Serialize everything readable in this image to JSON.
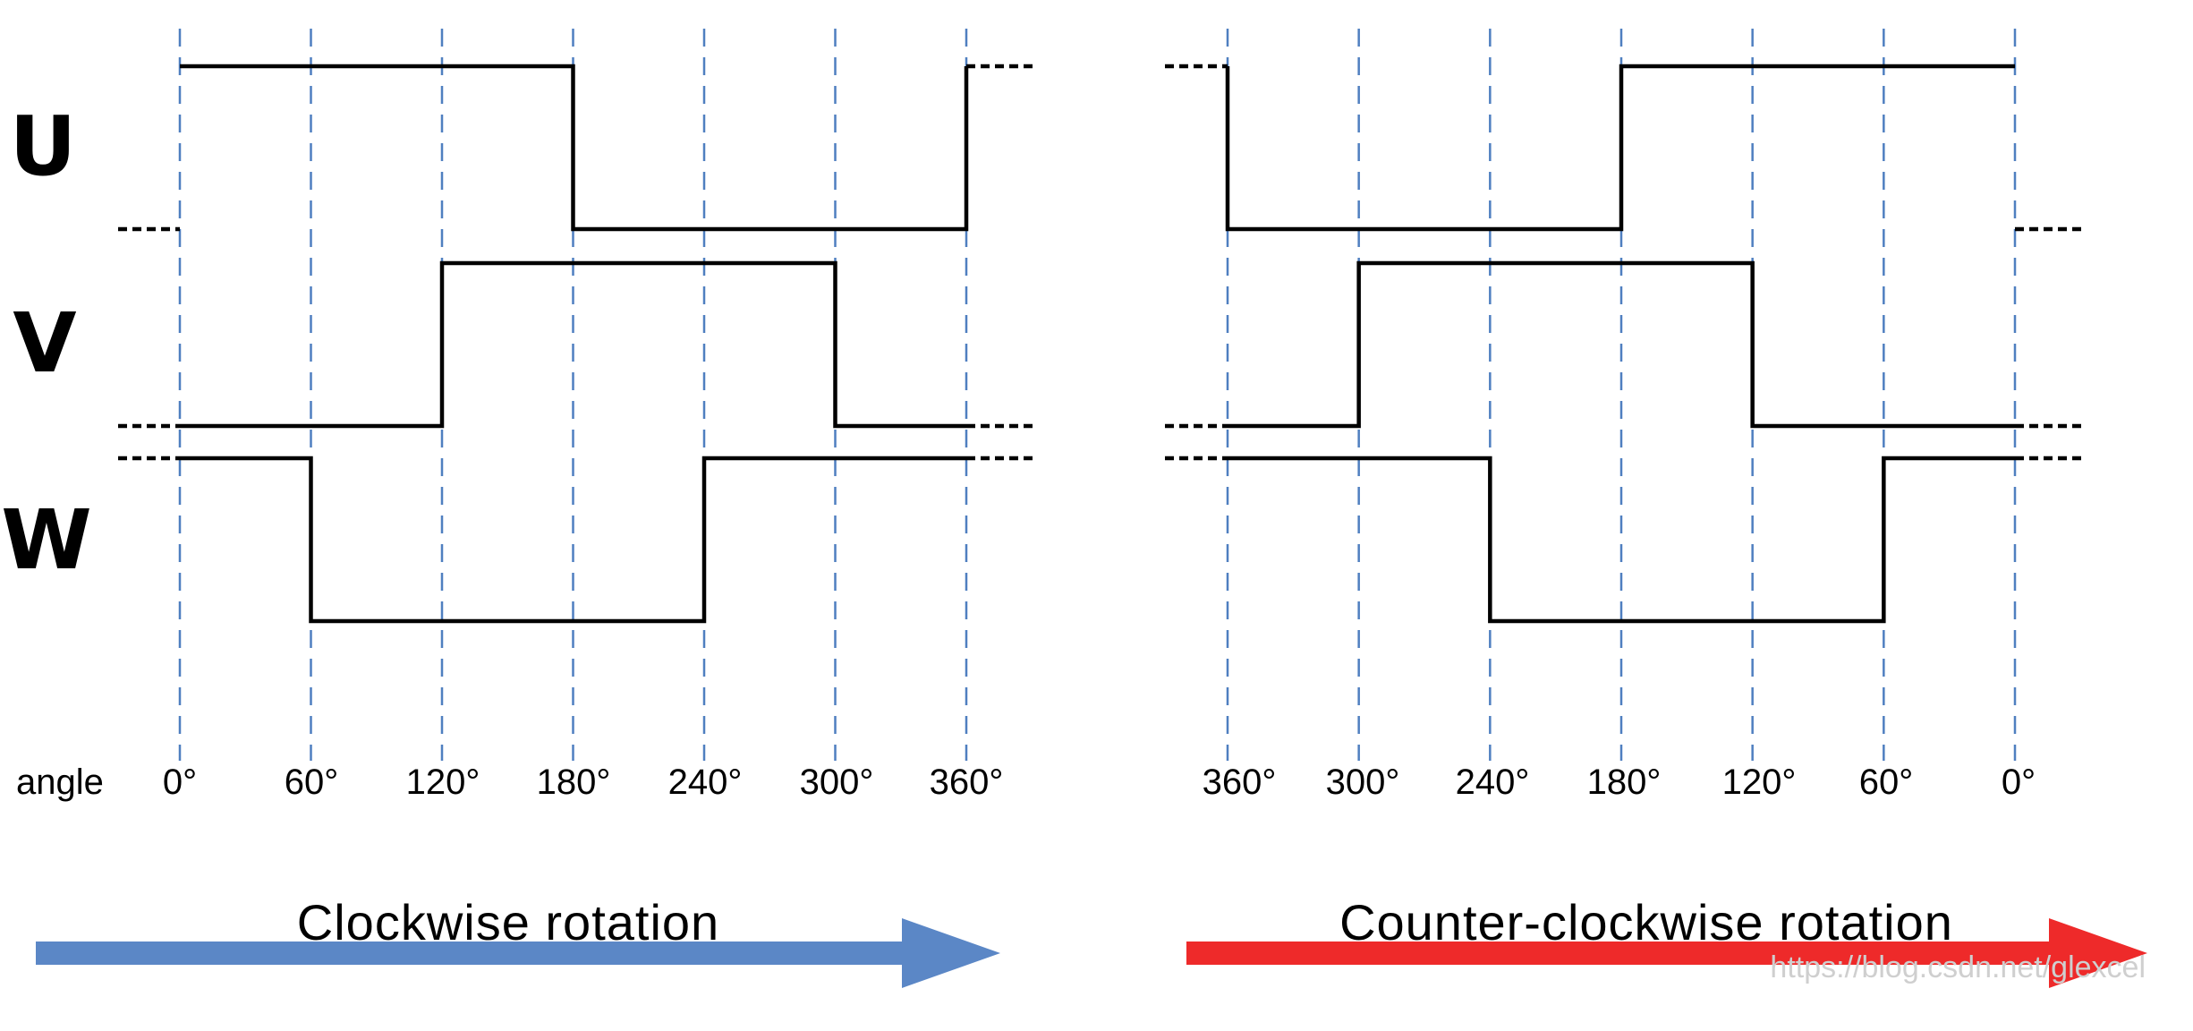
{
  "signal_labels": [
    "U",
    "V",
    "W"
  ],
  "axis_label": "angle",
  "panels": [
    {
      "direction": "clockwise",
      "tick_labels": [
        "0°",
        "60°",
        "120°",
        "180°",
        "240°",
        "300°",
        "360°"
      ],
      "caption": "Clockwise rotation",
      "arrow_color": "#5b87c6"
    },
    {
      "direction": "counter-clockwise",
      "tick_labels": [
        "360°",
        "300°",
        "240°",
        "180°",
        "120°",
        "60°",
        "0°"
      ],
      "caption": "Counter-clockwise rotation",
      "arrow_color": "#ee2a2a"
    }
  ],
  "waveforms": {
    "U": {
      "high_from": 0,
      "high_to": 180
    },
    "V": {
      "high_from": 120,
      "high_to": 300
    },
    "W": {
      "low_from": 60,
      "low_to": 240
    }
  },
  "grid_color": "#4f7fc0",
  "watermark": "https://blog.csdn.net/glexcel"
}
